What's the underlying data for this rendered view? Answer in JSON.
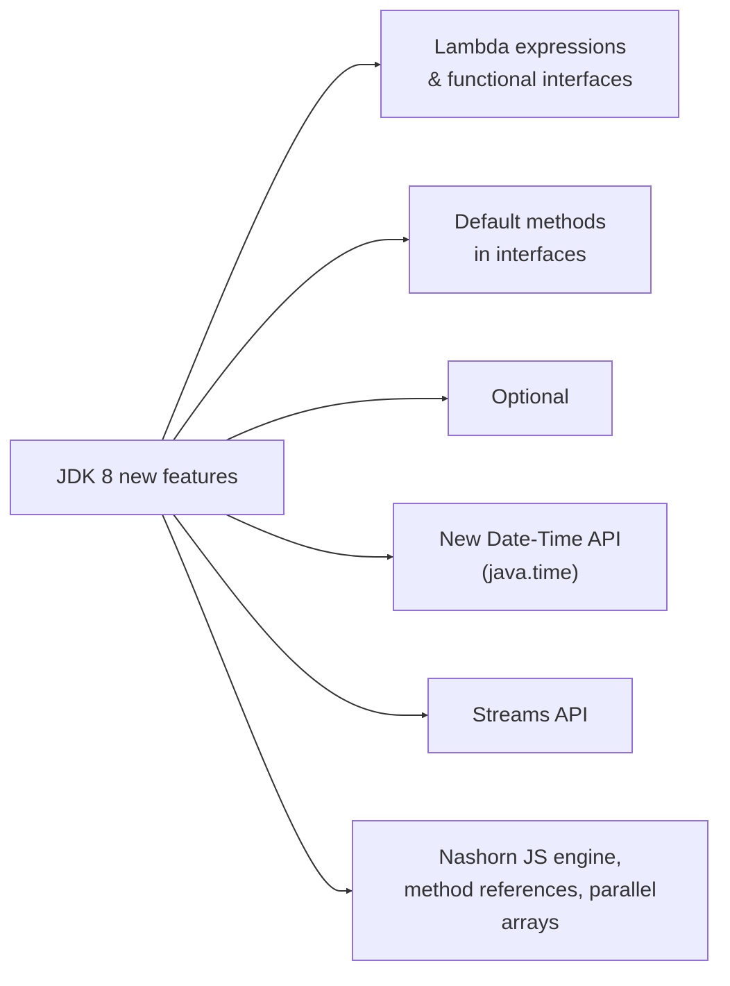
{
  "diagram": {
    "root": {
      "label": "JDK 8 new features"
    },
    "children": [
      {
        "lines": [
          "Lambda expressions",
          "& functional interfaces"
        ]
      },
      {
        "lines": [
          "Default methods",
          "in interfaces"
        ]
      },
      {
        "lines": [
          "Optional"
        ]
      },
      {
        "lines": [
          "New Date-Time API",
          "(java.time)"
        ]
      },
      {
        "lines": [
          "Streams API"
        ]
      },
      {
        "lines": [
          "Nashorn JS engine,",
          "method references, parallel",
          "arrays"
        ]
      }
    ],
    "colors": {
      "node_fill": "#ECECFF",
      "node_border": "#9370DB",
      "text": "#333333",
      "edge": "#333333"
    }
  }
}
